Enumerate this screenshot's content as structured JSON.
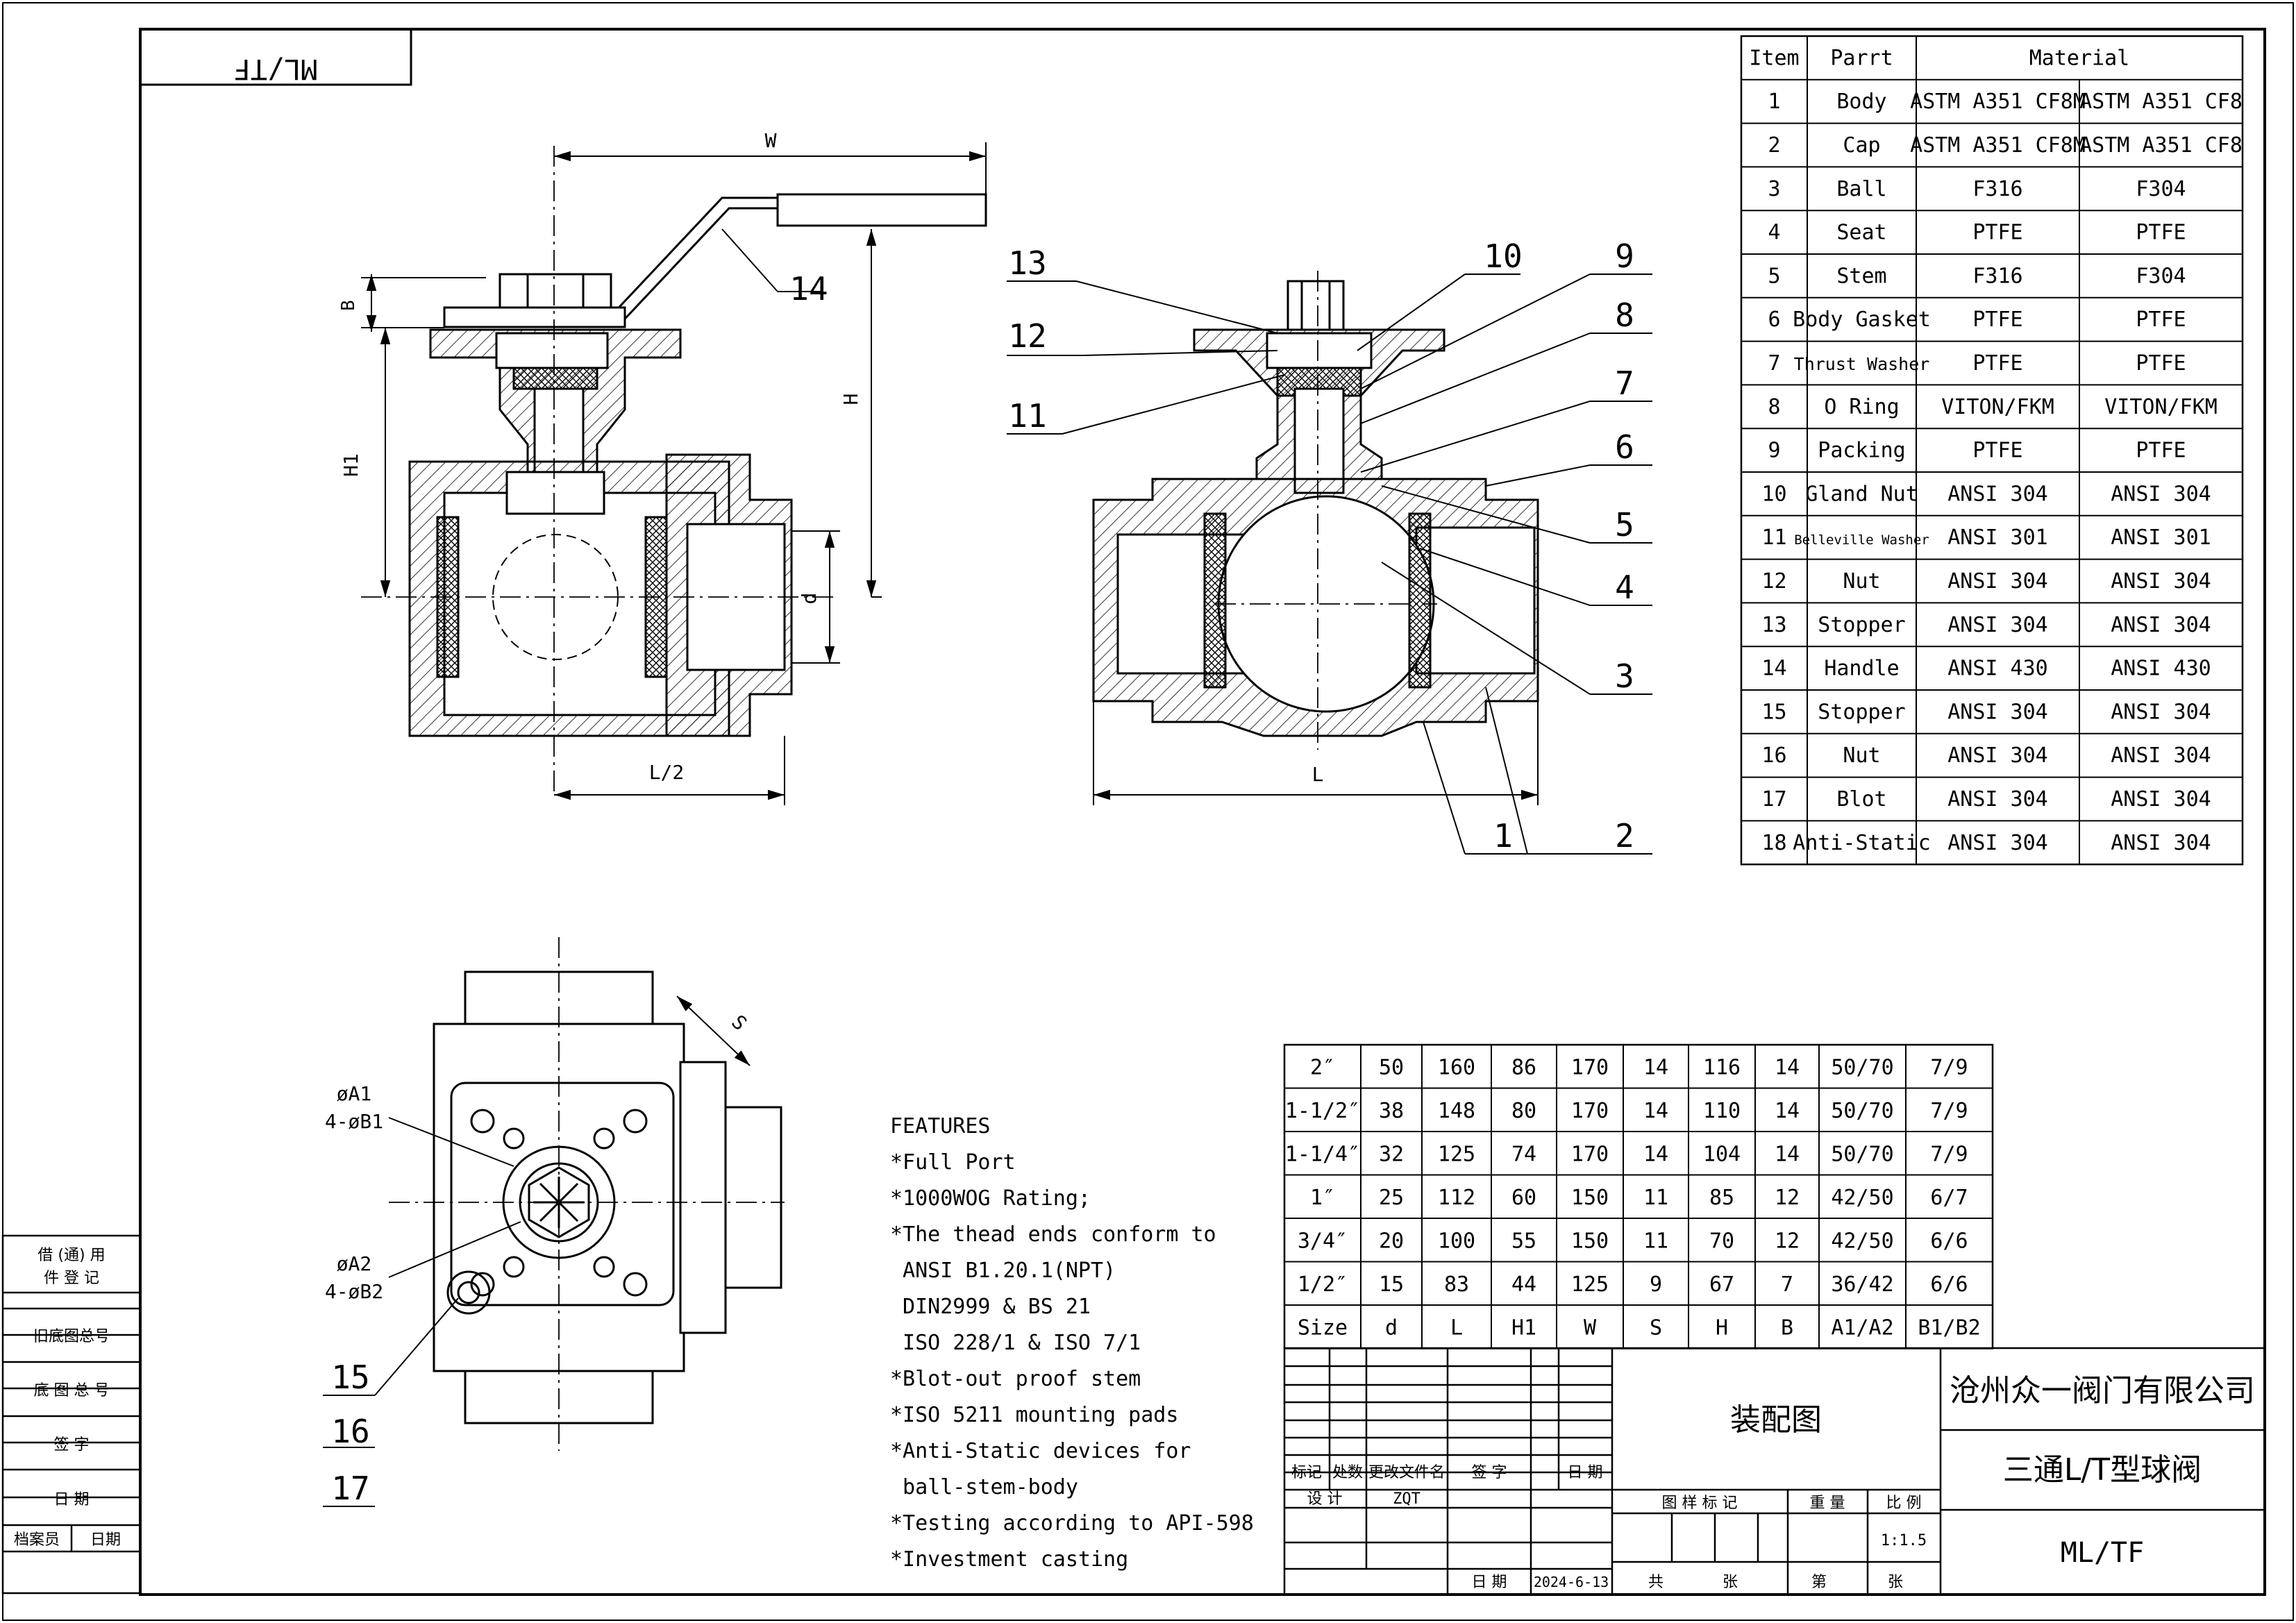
{
  "drawing": {
    "code_box_mirrored": "ML/TF",
    "dimension_labels": {
      "W": "W",
      "B": "B",
      "H": "H",
      "H1": "H1",
      "d": "d",
      "L_half": "L/2",
      "L": "L",
      "S": "S",
      "A1": "øA1",
      "B1": "4-øB1",
      "A2": "øA2",
      "B2": "4-øB2"
    },
    "balloons": {
      "b1": "1",
      "b2": "2",
      "b3": "3",
      "b4": "4",
      "b5": "5",
      "b6": "6",
      "b7": "7",
      "b8": "8",
      "b9": "9",
      "b10": "10",
      "b11": "11",
      "b12": "12",
      "b13": "13",
      "b14": "14",
      "b15": "15",
      "b16": "16",
      "b17": "17"
    }
  },
  "parts_table": {
    "headers": [
      "Item",
      "Parrt",
      "Material"
    ],
    "rows": [
      [
        "1",
        "Body",
        "ASTM A351 CF8M",
        "ASTM A351 CF8"
      ],
      [
        "2",
        "Cap",
        "ASTM A351 CF8M",
        "ASTM A351 CF8"
      ],
      [
        "3",
        "Ball",
        "F316",
        "F304"
      ],
      [
        "4",
        "Seat",
        "PTFE",
        "PTFE"
      ],
      [
        "5",
        "Stem",
        "F316",
        "F304"
      ],
      [
        "6",
        "Body Gasket",
        "PTFE",
        "PTFE"
      ],
      [
        "7",
        "Thrust Washer",
        "PTFE",
        "PTFE"
      ],
      [
        "8",
        "O Ring",
        "VITON/FKM",
        "VITON/FKM"
      ],
      [
        "9",
        "Packing",
        "PTFE",
        "PTFE"
      ],
      [
        "10",
        "Gland Nut",
        "ANSI 304",
        "ANSI 304"
      ],
      [
        "11",
        "Belleville Washer",
        "ANSI 301",
        "ANSI 301"
      ],
      [
        "12",
        "Nut",
        "ANSI 304",
        "ANSI 304"
      ],
      [
        "13",
        "Stopper",
        "ANSI 304",
        "ANSI 304"
      ],
      [
        "14",
        "Handle",
        "ANSI 430",
        "ANSI 430"
      ],
      [
        "15",
        "Stopper",
        "ANSI 304",
        "ANSI 304"
      ],
      [
        "16",
        "Nut",
        "ANSI 304",
        "ANSI 304"
      ],
      [
        "17",
        "Blot",
        "ANSI 304",
        "ANSI 304"
      ],
      [
        "18",
        "Anti-Static",
        "ANSI 304",
        "ANSI 304"
      ]
    ]
  },
  "dimension_table": {
    "rows": [
      [
        "2″",
        "50",
        "160",
        "86",
        "170",
        "14",
        "116",
        "14",
        "50/70",
        "7/9"
      ],
      [
        "1-1/2″",
        "38",
        "148",
        "80",
        "170",
        "14",
        "110",
        "14",
        "50/70",
        "7/9"
      ],
      [
        "1-1/4″",
        "32",
        "125",
        "74",
        "170",
        "14",
        "104",
        "14",
        "50/70",
        "7/9"
      ],
      [
        "1″",
        "25",
        "112",
        "60",
        "150",
        "11",
        "85",
        "12",
        "42/50",
        "6/7"
      ],
      [
        "3/4″",
        "20",
        "100",
        "55",
        "150",
        "11",
        "70",
        "12",
        "42/50",
        "6/6"
      ],
      [
        "1/2″",
        "15",
        "83",
        "44",
        "125",
        "9",
        "67",
        "7",
        "36/42",
        "6/6"
      ]
    ],
    "header": [
      "Size",
      "d",
      "L",
      "H1",
      "W",
      "S",
      "H",
      "B",
      "A1/A2",
      "B1/B2"
    ]
  },
  "features": {
    "title": "FEATURES",
    "lines": [
      "*Full Port",
      "*1000WOG Rating;",
      "*The thead ends conform to",
      " ANSI B1.20.1(NPT)",
      " DIN2999 & BS 21",
      " ISO 228/1 & ISO 7/1",
      "*Blot-out proof stem",
      "*ISO 5211 mounting pads",
      "*Anti-Static devices for",
      " ball-stem-body",
      "*Testing according to API-598",
      "*Investment casting"
    ]
  },
  "left_strip": {
    "borrow_reg": [
      "借 (通) 用",
      "件  登  记"
    ],
    "old_drawing_no": "旧底图总号",
    "drawing_no": "底 图 总 号",
    "signature": "签   字",
    "date": "日   期",
    "archivist": "档案员",
    "archivist_date": "日期"
  },
  "title_block": {
    "assembly_drawing": "装配图",
    "company": "沧州众一阀门有限公司",
    "product": "三通L/T型球阀",
    "model": "ML/TF",
    "rev_headers": [
      "标记",
      "处数",
      "更改文件名",
      "签 字",
      "日 期"
    ],
    "design_label": "设  计",
    "designer": "ZQT",
    "date_label": "日  期",
    "date_value": "2024-6-13",
    "drawing_mark": "图  样  标  记",
    "weight": "重  量",
    "scale_label": "比  例",
    "scale_value": "1:1.5",
    "total": "共",
    "sheets": "张",
    "sheet_no": "第",
    "sheets2": "张"
  }
}
